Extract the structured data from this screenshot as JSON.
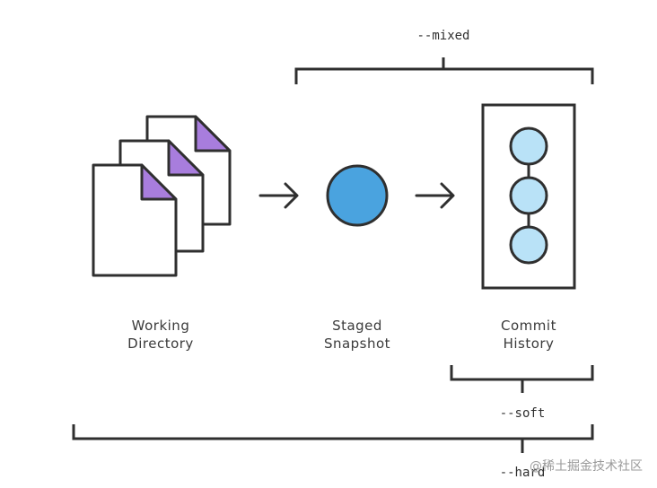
{
  "brackets": {
    "mixed_label": "--mixed",
    "soft_label": "--soft",
    "hard_label": "--hard"
  },
  "stages": {
    "working_directory": {
      "line1": "Working",
      "line2": "Directory"
    },
    "staged_snapshot": {
      "line1": "Staged",
      "line2": "Snapshot"
    },
    "commit_history": {
      "line1": "Commit",
      "line2": "History"
    }
  },
  "watermark": "@稀土掘金技术社区",
  "colors": {
    "stroke": "#2f2f2f",
    "file_fill": "#ffffff",
    "file_corner": "#a87ddd",
    "snapshot_fill": "#4aa3df",
    "commit_fill": "#b9e2f7",
    "commit_stroke": "#2f2f2f"
  }
}
